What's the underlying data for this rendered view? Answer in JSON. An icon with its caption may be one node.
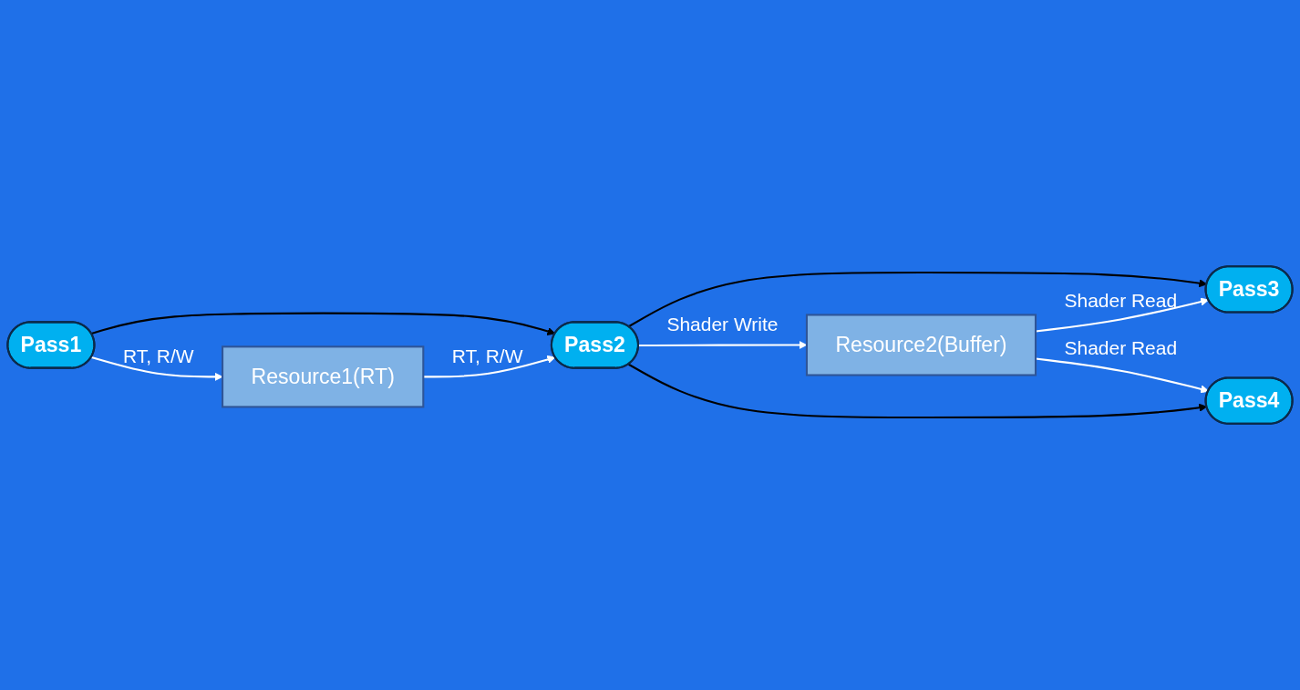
{
  "diagram": {
    "nodes": [
      {
        "text": [
          "Pass1"
        ]
      },
      {
        "text": [
          "Pass2"
        ]
      },
      {
        "text": [
          "Pass3"
        ]
      },
      {
        "text": [
          "Resource2(Buffer)"
        ]
      },
      {
        "text": [
          "Pass4"
        ]
      },
      {
        "text": [
          "Resource1(RT)"
        ]
      }
    ],
    "edges": [
      {
        "from": 0,
        "to": 1,
        "arrow": "to",
        "color": "#000000"
      },
      {
        "from": 0,
        "to": 5,
        "arrow": "to",
        "label": "RT, R/W"
      },
      {
        "from": 5,
        "to": 1,
        "arrow": "to",
        "label": "RT, R/W"
      },
      {
        "from": 1,
        "to": 2,
        "arrow": "to",
        "color": "#000000"
      },
      {
        "from": 1,
        "to": 3,
        "arrow": "to",
        "label": "Shader Write"
      },
      {
        "from": 1,
        "to": 4,
        "arrow": "to",
        "color": "#000000"
      },
      {
        "from": 3,
        "to": 2,
        "arrow": "to",
        "label": "Shader Read"
      },
      {
        "from": 3,
        "to": 4,
        "arrow": "to",
        "label": "Shader Read"
      }
    ]
  }
}
